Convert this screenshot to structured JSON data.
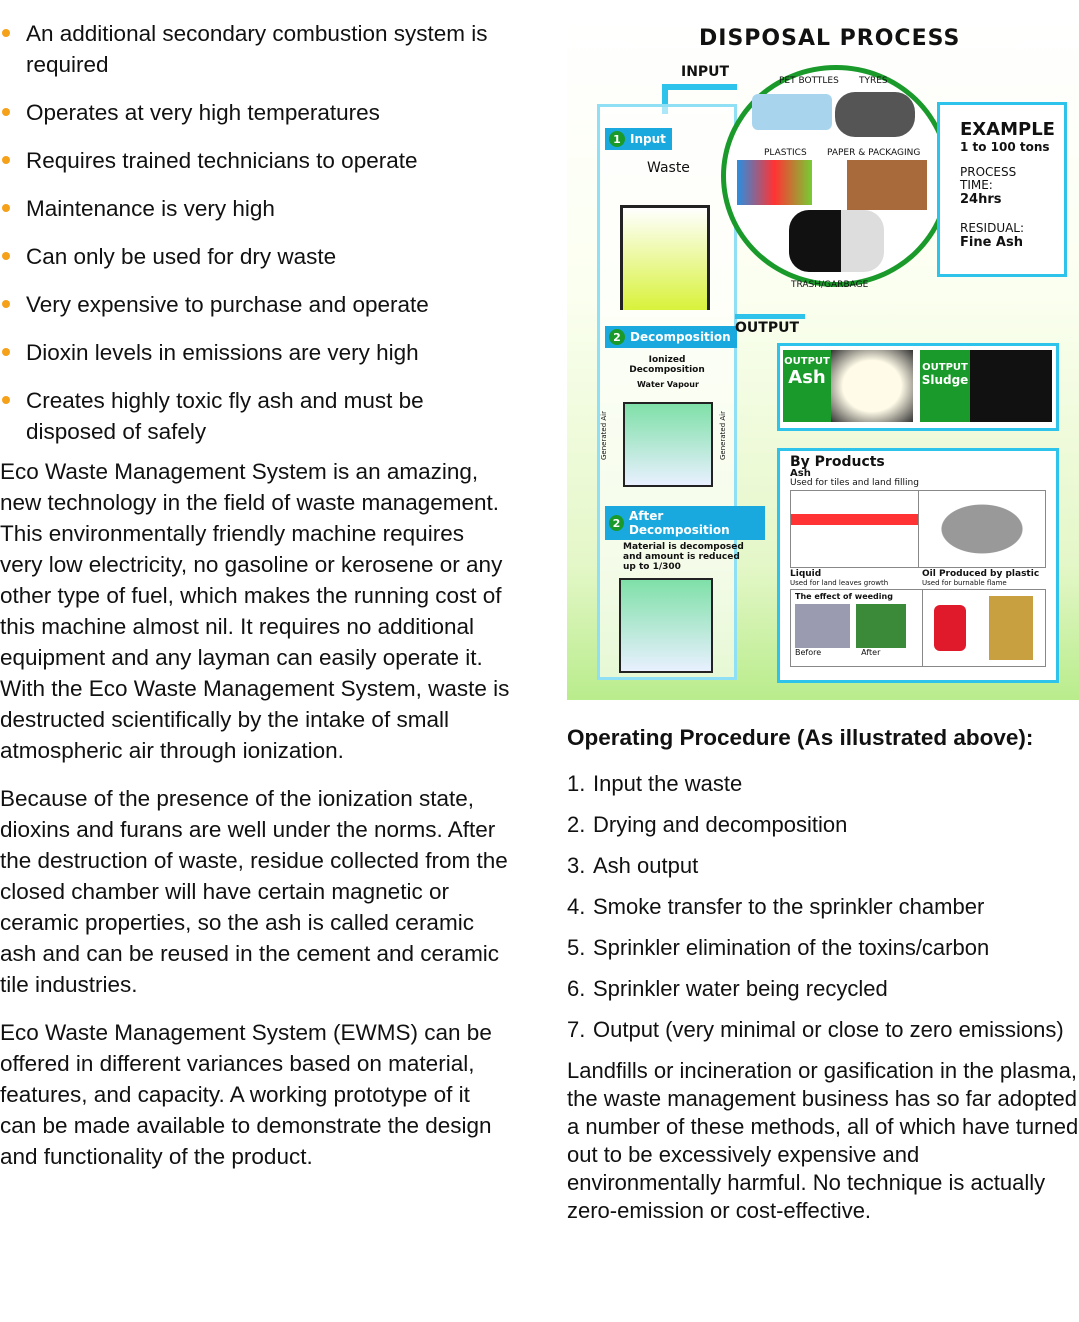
{
  "bullets": [
    "An additional secondary combustion system is required",
    "Operates at very high temperatures",
    "Requires trained technicians to operate",
    "Maintenance is very high",
    "Can only be used for dry waste",
    "Very expensive to purchase and operate",
    "Dioxin levels in emissions are very high",
    "Creates highly toxic fly ash and must be disposed of safely"
  ],
  "paragraphs": [
    "Eco Waste Management System is an amazing, new technology in the field of waste management. This environmentally friendly machine requires very low electricity, no gasoline or kerosene or any other type of fuel, which makes the running cost of this machine almost nil. It requires no additional equipment and any layman can easily operate it. With the Eco Waste Management System, waste is destructed scientifically by the intake of small atmospheric air through ionization.",
    "Because of the presence of the ionization state, dioxins and furans are well under the norms. After the destruction of waste, residue collected from the closed chamber will have certain magnetic or ceramic properties, so the ash is called ceramic ash and can be reused in the cement and ceramic tile industries.",
    "Eco Waste Management System (EWMS) can be offered in different variances based on material, features, and capacity. A working prototype of it can be made available to demonstrate the design and functionality of the product."
  ],
  "diagram": {
    "title": "DISPOSAL PROCESS",
    "input": "INPUT",
    "output": "OUTPUT",
    "step1": {
      "num": "1",
      "label": "Input",
      "waste": "Waste"
    },
    "step2": {
      "num": "2",
      "label": "Decomposition",
      "desc": "Ionized Decomposition",
      "vapour": "Water Vapour",
      "air": "Generated Air"
    },
    "step3": {
      "num": "2",
      "label": "After Decomposition",
      "desc": "Material is decomposed and amount is reduced up to 1/300"
    },
    "circle": [
      "PET BOTTLES",
      "TYRES",
      "PLASTICS",
      "PAPER & PACKAGING",
      "TRASH/GARBAGE"
    ],
    "example": {
      "title": "EXAMPLE",
      "tons": "1 to 100 tons",
      "time_label": "PROCESS TIME:",
      "time": "24hrs",
      "res_label": "RESIDUAL:",
      "res": "Fine Ash"
    },
    "outputs": [
      {
        "top": "OUTPUT",
        "name": "Ash"
      },
      {
        "top": "OUTPUT",
        "name": "Sludge"
      }
    ],
    "byproducts": {
      "title": "By Products",
      "ash": "Ash",
      "ash_use": "Used for tiles and land filling",
      "liquid": "Liquid",
      "liquid_use": "Used for land leaves growth",
      "oil": "Oil Produced by plastic",
      "oil_use": "Used for burnable flame",
      "weeding": "The effect of weeding",
      "before": "Before",
      "after": "After"
    },
    "colors": {
      "accent": "#2ec3ea",
      "green": "#1a9a2a",
      "bullet": "#f5a11a"
    }
  },
  "procedure": {
    "title": "Operating Procedure (As illustrated above):",
    "steps": [
      {
        "n": "1.",
        "t": "Input the waste"
      },
      {
        "n": "2.",
        "t": "Drying and decomposition"
      },
      {
        "n": "3.",
        "t": "Ash output"
      },
      {
        "n": "4.",
        "t": "Smoke transfer to the sprinkler chamber"
      },
      {
        "n": "5.",
        "t": "Sprinkler elimination of the toxins/carbon"
      },
      {
        "n": "6.",
        "t": "Sprinkler water being recycled"
      },
      {
        "n": "7.",
        "t": "Output (very minimal or close to zero emissions)"
      }
    ],
    "closing": "Landfills or incineration or gasification in the plasma, the waste management business has so far adopted a number of these methods, all of which have turned out to be excessively expensive and environmentally harmful. No technique is actually zero-emission or cost-effective."
  }
}
